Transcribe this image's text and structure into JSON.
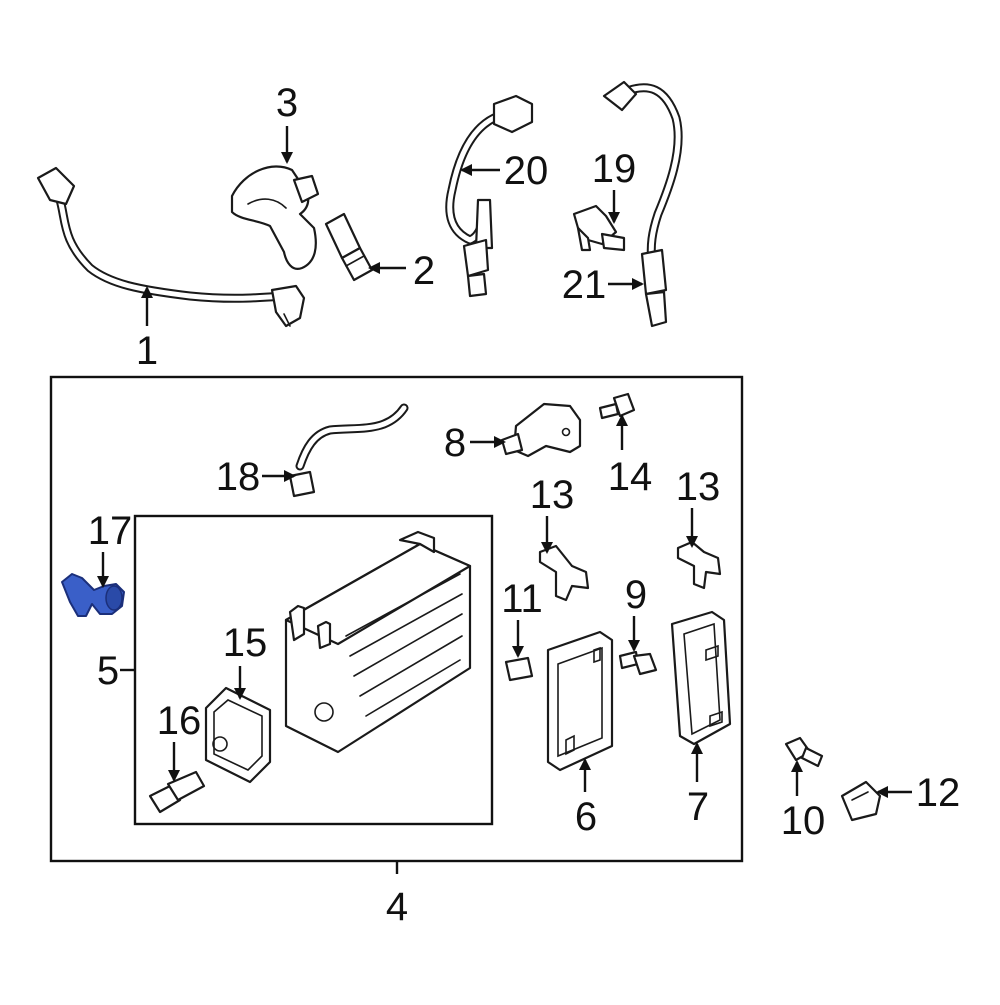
{
  "callouts": {
    "c1": "1",
    "c2": "2",
    "c3": "3",
    "c4": "4",
    "c5": "5",
    "c6": "6",
    "c7": "7",
    "c8": "8",
    "c9": "9",
    "c10": "10",
    "c11": "11",
    "c12": "12",
    "c13a": "13",
    "c13b": "13",
    "c14": "14",
    "c15": "15",
    "c16": "16",
    "c17": "17",
    "c18": "18",
    "c19": "19",
    "c20": "20",
    "c21": "21"
  },
  "colors": {
    "highlight": "#3a5fc8",
    "line": "#1a1a1a",
    "background": "#ffffff"
  }
}
